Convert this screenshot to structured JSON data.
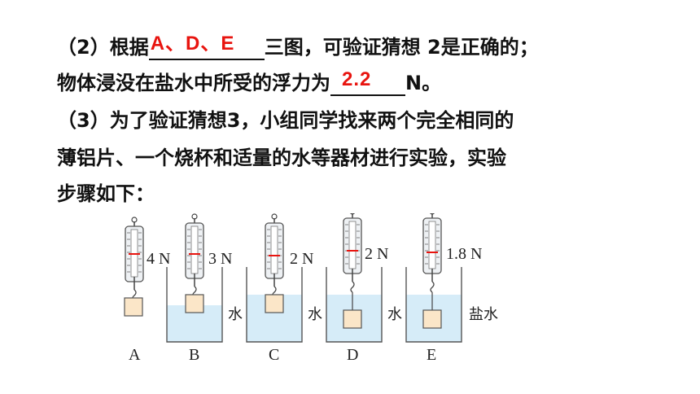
{
  "text": {
    "line1_prefix": "（2）根据",
    "line1_answer": "A、D、E",
    "line1_suffix": "三图，可验证猜想 2是正确的；",
    "line2_prefix": "物体浸没在盐水中所受的浮力为",
    "line2_answer": "2.2",
    "line2_suffix": "N。",
    "line3": "（3）为了验证猜想3，小组同学找来两个完全相同的",
    "line4": "薄铝片、一个烧杯和适量的水等器材进行实验，实验",
    "line5": "步骤如下："
  },
  "colors": {
    "answer": "#e8140f",
    "water": "#d6ecf8",
    "block": "#fbe6c8"
  },
  "figure": {
    "panels": [
      {
        "label": "A",
        "reading": "4 N",
        "liquid": ""
      },
      {
        "label": "B",
        "reading": "3 N",
        "liquid": "水"
      },
      {
        "label": "C",
        "reading": "2 N",
        "liquid": "水"
      },
      {
        "label": "D",
        "reading": "2 N",
        "liquid": "水"
      },
      {
        "label": "E",
        "reading": "1.8 N",
        "liquid": "盐水"
      }
    ]
  }
}
